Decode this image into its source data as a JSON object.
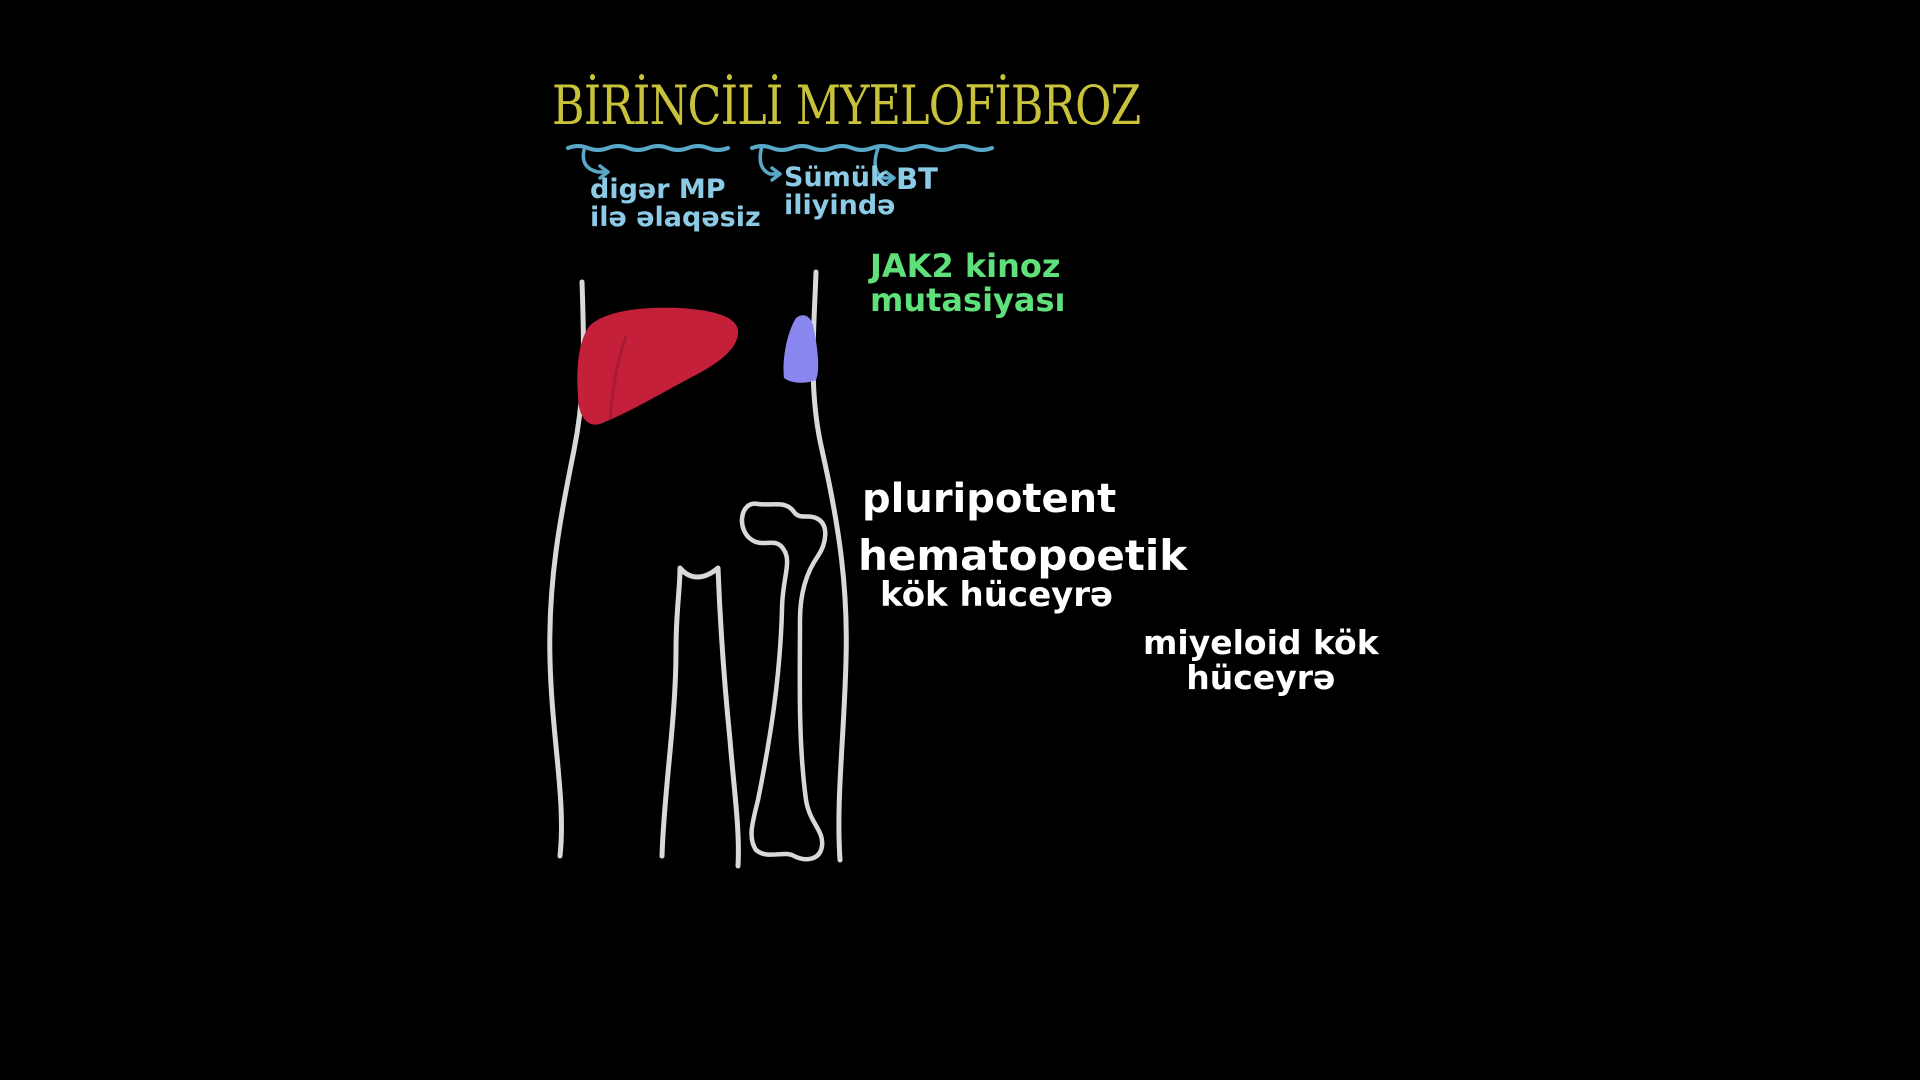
{
  "title": "BİRİNCİLİ MYELOFİBROZ",
  "annotations": {
    "unrelated": [
      "digər MP",
      "ilə əlaqəsiz"
    ],
    "bone_marrow": [
      "Sümük",
      "iliyində"
    ],
    "bt": "BT"
  },
  "jak2": [
    "JAK2 kinoz",
    "mutasiyası"
  ],
  "stem_cell": [
    "pluripotent",
    "hematopoetik",
    "kök hüceyrə"
  ],
  "myeloid": [
    "miyeloid kök",
    "hüceyrə"
  ],
  "colors": {
    "background": "#000000",
    "title": "#c8c23a",
    "underline": "#5aa8c8",
    "annotation": "#8ccbe6",
    "jak2": "#5fe07a",
    "white_text": "#ffffff",
    "outline": "#d9d9d9",
    "liver": "#c4203a",
    "spleen": "#8a86f0"
  }
}
